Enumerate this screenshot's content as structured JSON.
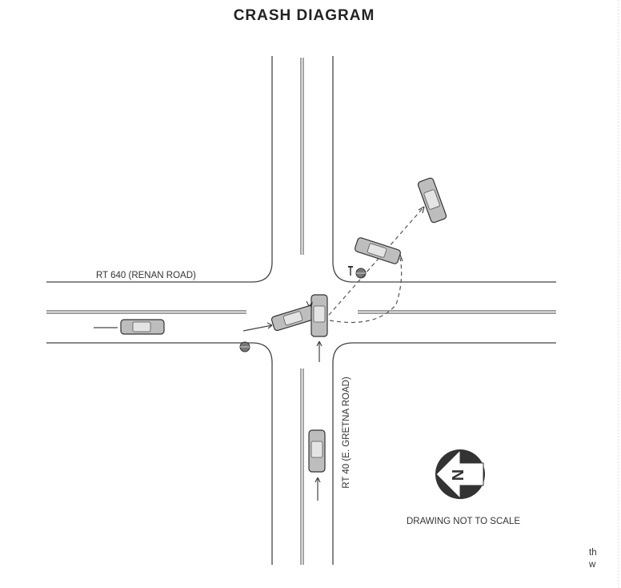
{
  "title": "CRASH DIAGRAM",
  "roads": {
    "east_west": "RT 640 (RENAN ROAD)",
    "north_south": "RT 40 (E. GRETNA ROAD)"
  },
  "north_arrow": {
    "letter": "N"
  },
  "note": "DRAWING NOT TO SCALE",
  "edge_fragment": {
    "line1": "th",
    "line2": "w"
  },
  "colors": {
    "ink": "#333333",
    "vehicle": "#bdbdbd"
  }
}
